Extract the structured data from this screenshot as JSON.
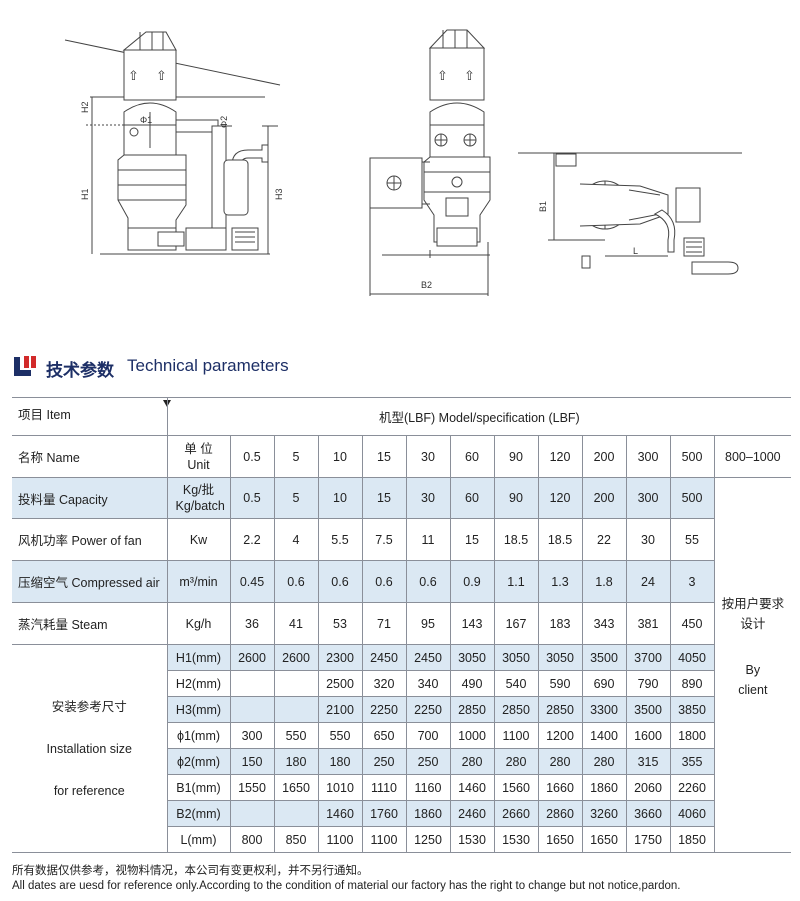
{
  "drawing_labels": {
    "h1": "H1",
    "h2": "H2",
    "h3": "H3",
    "phi1": "Φ1",
    "phi2": "Φ2",
    "b1": "B1",
    "b2": "B2",
    "l": "L",
    "arrow": "⇧"
  },
  "section": {
    "title_cn": "技术参数",
    "title_en": "Technical parameters"
  },
  "table": {
    "item_header": "项目 Item",
    "model_header": "机型(LBF) Model/specification (LBF)",
    "name_label": "名称 Name",
    "unit_line1": "单 位",
    "unit_line2": "Unit",
    "models": [
      "0.5",
      "5",
      "10",
      "15",
      "30",
      "60",
      "90",
      "120",
      "200",
      "300",
      "500",
      "800–1000"
    ],
    "rows": [
      {
        "name": "投料量 Capacity",
        "unit": "Kg/批 Kg/batch",
        "values": [
          "0.5",
          "5",
          "10",
          "15",
          "30",
          "60",
          "90",
          "120",
          "200",
          "300",
          "500"
        ]
      },
      {
        "name": "风机功率 Power of fan",
        "unit": "Kw",
        "values": [
          "2.2",
          "4",
          "5.5",
          "7.5",
          "11",
          "15",
          "18.5",
          "18.5",
          "22",
          "30",
          "55"
        ]
      },
      {
        "name": "压缩空气 Compressed air",
        "unit": "m³/min",
        "values": [
          "0.45",
          "0.6",
          "0.6",
          "0.6",
          "0.6",
          "0.9",
          "1.1",
          "1.3",
          "1.8",
          "24",
          "3"
        ]
      },
      {
        "name": "蒸汽耗量 Steam",
        "unit": "Kg/h",
        "values": [
          "36",
          "41",
          "53",
          "71",
          "95",
          "143",
          "167",
          "183",
          "343",
          "381",
          "450"
        ]
      }
    ],
    "install_label_cn": "安装参考尺寸",
    "install_label_en1": "Installation size",
    "install_label_en2": "for reference",
    "install_rows": [
      {
        "unit": "H1(mm)",
        "values": [
          "2600",
          "2600",
          "2300",
          "2450",
          "2450",
          "3050",
          "3050",
          "3050",
          "3500",
          "3700",
          "4050"
        ]
      },
      {
        "unit": "H2(mm)",
        "values": [
          "",
          "",
          "2500",
          "320",
          "340",
          "490",
          "540",
          "590",
          "690",
          "790",
          "890"
        ]
      },
      {
        "unit": "H3(mm)",
        "values": [
          "",
          "",
          "2100",
          "2250",
          "2250",
          "2850",
          "2850",
          "2850",
          "3300",
          "3500",
          "3850"
        ]
      },
      {
        "unit": "ϕ1(mm)",
        "values": [
          "300",
          "550",
          "550",
          "650",
          "700",
          "1000",
          "1100",
          "1200",
          "1400",
          "1600",
          "1800"
        ]
      },
      {
        "unit": "ϕ2(mm)",
        "values": [
          "150",
          "180",
          "180",
          "250",
          "250",
          "280",
          "280",
          "280",
          "280",
          "315",
          "355"
        ]
      },
      {
        "unit": "B1(mm)",
        "values": [
          "1550",
          "1650",
          "1010",
          "1110",
          "1160",
          "1460",
          "1560",
          "1660",
          "1860",
          "2060",
          "2260"
        ]
      },
      {
        "unit": "B2(mm)",
        "values": [
          "",
          "",
          "1460",
          "1760",
          "1860",
          "2460",
          "2660",
          "2860",
          "3260",
          "3660",
          "4060"
        ]
      },
      {
        "unit": "L(mm)",
        "values": [
          "800",
          "850",
          "1100",
          "1100",
          "1250",
          "1530",
          "1530",
          "1650",
          "1650",
          "1750",
          "1850"
        ]
      }
    ],
    "client_cn1": "按用户要求",
    "client_cn2": "设计",
    "client_en1": "By",
    "client_en2": "client"
  },
  "footer": {
    "cn": "所有数据仅供参考，视物料情况，本公司有变更权利，并不另行通知。",
    "en": "All dates are uesd for reference only.According to the condition of material our factory has the right to change but not notice,pardon."
  },
  "colors": {
    "accent": "#1d2f66",
    "logo_red": "#d22a2a",
    "shade": "#dbe8f3",
    "line": "#8a8f99"
  }
}
